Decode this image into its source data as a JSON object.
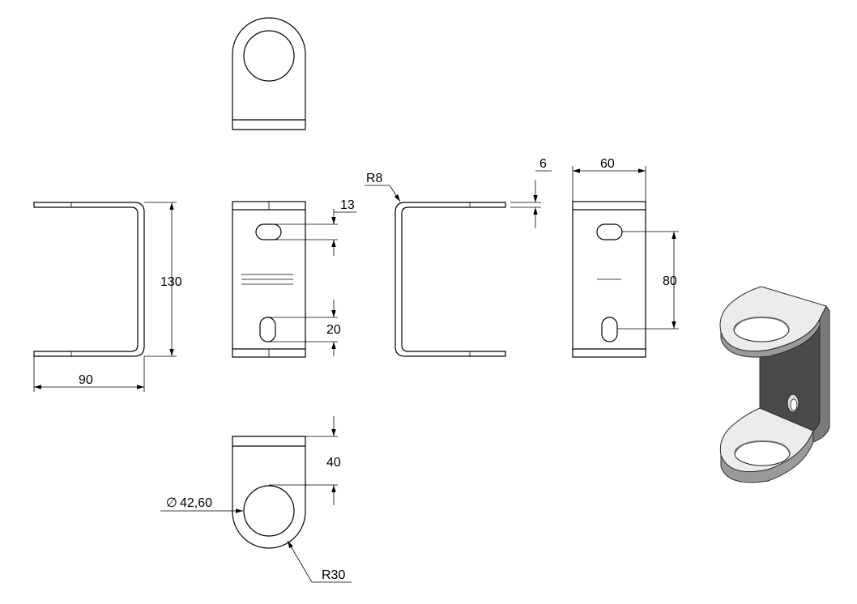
{
  "dimensions": {
    "d130": "130",
    "d90": "90",
    "d13": "13",
    "d20": "20",
    "r8": "R8",
    "d6": "6",
    "d60": "60",
    "d80": "80",
    "d40": "40",
    "dia": "42,60",
    "r30": "R30"
  },
  "symbols": {
    "diameter": "∅"
  },
  "colors": {
    "line": "#000000",
    "background": "#ffffff",
    "iso_face": "#ececec",
    "iso_dark": "#4a4a4a",
    "iso_edge": "#2a2a2a"
  }
}
